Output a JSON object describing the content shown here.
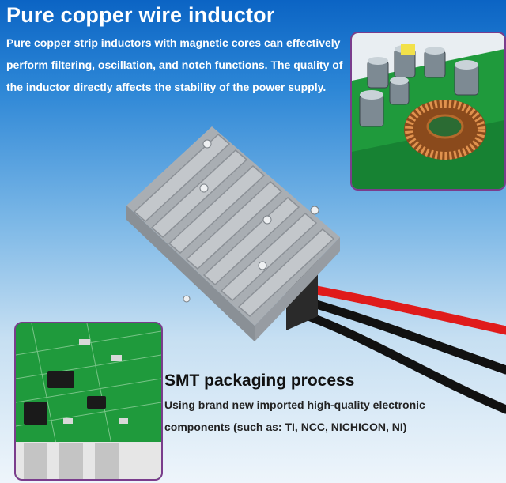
{
  "header": {
    "title": "Pure copper wire inductor",
    "description": "Pure copper strip inductors with magnetic cores can effectively perform filtering, oscillation, and notch functions. The quality of the inductor directly affects the stability of the power supply."
  },
  "smt": {
    "title": "SMT packaging process",
    "description": "Using brand new imported high-quality electronic components (such as: TI, NCC, NICHICON, NI)"
  },
  "colors": {
    "frame_border": "#7a3d8c",
    "pcb_green": "#1f9a3c",
    "heatsink": "#b9bdc2",
    "wire_red": "#e01b1b",
    "wire_black": "#111111"
  }
}
